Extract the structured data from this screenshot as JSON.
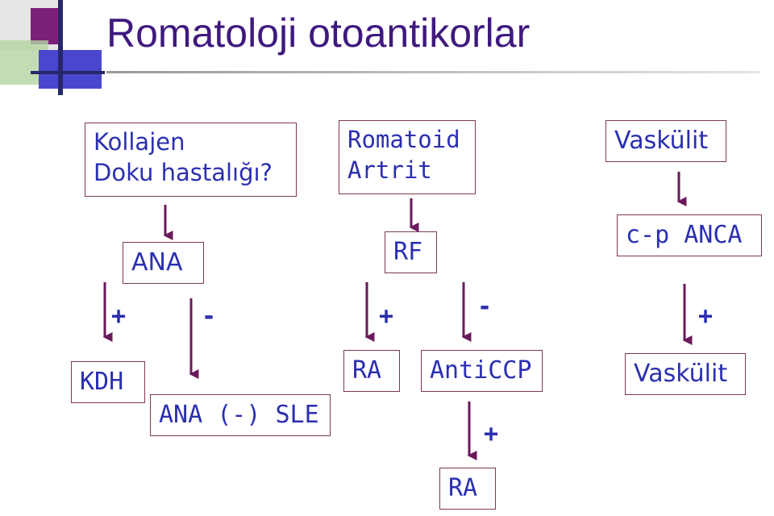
{
  "title": "Romatoloji otoantikorlar",
  "boxes": {
    "kollajen": [
      "Kollajen",
      "Doku hastalığı?"
    ],
    "romatoid": [
      "Romatoid",
      "Artrit"
    ],
    "vaskulit_top": "Vaskülit",
    "ana": "ANA",
    "rf": "RF",
    "cpanca": "c-p ANCA",
    "kdh": "KDH",
    "ana_neg_sle": "ANA (-) SLE",
    "ra": "RA",
    "anticcp": "AntiCCP",
    "vaskulit_bottom": "Vaskülit",
    "ra_bottom": "RA"
  },
  "signs": {
    "ana_plus": "+",
    "ana_minus": "-",
    "rf_plus": "+",
    "rf_minus": "-",
    "anca_plus": "+",
    "anticcp_plus": "+"
  },
  "colors": {
    "title": "#3f197f",
    "box_text": "#2b2fb0",
    "box_border": "#7a3b4a",
    "arrow": "#6a1a5a"
  }
}
